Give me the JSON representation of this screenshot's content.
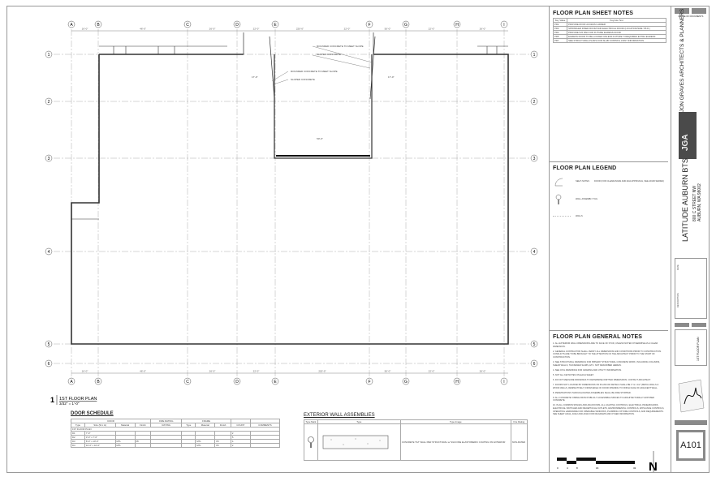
{
  "plan": {
    "columns": [
      "A",
      "B",
      "C",
      "D",
      "E",
      "F",
      "G",
      "H",
      "I"
    ],
    "rows": [
      "1",
      "2",
      "3",
      "4",
      "5",
      "6"
    ],
    "top_dimensions": [
      "16'-0\"",
      "46'-0\"",
      "26'-0\"",
      "22'-0\"",
      "220'-0\"",
      "22'-0\"",
      "50'-0\"",
      "22'-0\"",
      "26'-0\""
    ],
    "bottom_dimensions": [
      "16'-0\"",
      "46'-0\"",
      "26'-0\"",
      "22'-0\"",
      "220'-0\"",
      "50'-0\"",
      "22'-0\"",
      "26'-0\""
    ],
    "annotations": {
      "rounded_1": "ROUNDED CONCRETE TO MEET SLOPE",
      "sloped_1": "SLOPED CONCRETE",
      "rounded_2": "ROUNDED CONCRETE TO MEET SLOPE",
      "sloped_2": "SLOPED CONCRETE",
      "dock_width": "50'-0\"",
      "dim_left": "17'-0\"",
      "dim_right": "17'-0\""
    },
    "view_title": {
      "number": "1",
      "title": "1ST FLOOR PLAN",
      "scale": "3/32\" = 1'-0\""
    }
  },
  "door_schedule": {
    "title": "DOOR SCHEDULE",
    "group_headers": {
      "door": "DOOR",
      "fire": "FIRE RATING",
      "frame": "FRAME"
    },
    "columns": [
      "Type",
      "Size (W x H)",
      "Material",
      "Finish",
      "RATING",
      "Type",
      "Material",
      "Finish",
      "COUNT",
      "COMMENTS"
    ],
    "section": "1ST FLOOR PLAN",
    "rows": [
      [
        "D1",
        "7'-0\"",
        "",
        "",
        "",
        "",
        "",
        "",
        "2",
        ""
      ],
      [
        "D2",
        "3'-0\" x 7'-0\"",
        "",
        "",
        "",
        "",
        "",
        "",
        "5",
        ""
      ],
      [
        "D3",
        "8'-0\" x 10'-0\"",
        "MTL",
        "PF",
        "",
        "",
        "MTL",
        "PF",
        "4",
        ""
      ],
      [
        "D4",
        "10'-0\" x 10'-0\"",
        "MTL",
        "",
        "",
        "",
        "MTL",
        "PF",
        "2",
        ""
      ]
    ]
  },
  "wall_assemblies": {
    "title": "EXTERIOR WALL ASSEMBLIES",
    "columns": [
      "Type Mark",
      "Type",
      "Type Image",
      "Fire Rating"
    ],
    "row": {
      "description": "CONCRETE TILT WALL PER STRUCTURAL w/ SILICONE ELASTOMERIC COATING ON EXTERIOR",
      "rating": "NON-RATED"
    }
  },
  "sheet_notes": {
    "title": "FLOOR PLAN SHEET NOTES",
    "columns": [
      "Key Value",
      "Keynote Text"
    ],
    "rows": [
      [
        "PR2",
        "PROVIDE ROOF ACCESS LADDER"
      ],
      [
        "PR3",
        "SPRINKLER RISER ROOM AND ELECTRICAL ROOM (LOCATION/SIZE T.B.D.)"
      ],
      [
        "PR4",
        "PROVIDE 5x5 PAD FOR FUTURE EGRESS DOOR"
      ],
      [
        "PR5",
        "EGRESS DOOR TO BE LOCKED UNLESS FUTURE TI REQUIRES EXTRA EGRESS"
      ],
      [
        "PR7",
        "SEE STRUCTURAL PLANS FOR SLAB CONTROL JOINT INFORMATION"
      ]
    ]
  },
  "legend": {
    "title": "FLOOR PLAN LEGEND",
    "items": [
      {
        "tag": "SEE 5 NOTES",
        "text": "DOOR (FOR CLEARANCES AND ADA APPROACH, SEE A9100 SERIES)"
      },
      {
        "tag": "",
        "text": "WALL ASSEMBLY TAG"
      },
      {
        "tag": "",
        "text": "WALLS"
      }
    ]
  },
  "general_notes": {
    "title": "FLOOR PLAN GENERAL NOTES",
    "items": [
      "1. ALL EXTERIOR WALL DIMENSIONS ARE TO FACE OF STUD, UNLESS NOTED OTHERWISE AS A CLEAR DIMENSION.",
      "2. GENERAL CONTRACTOR SHALL VERIFY ALL DIMENSIONS AND CONDITIONS PRIOR TO CONSTRUCTION. CONFLICTS ARE TO BE BROUGHT TO THE ATTENTION OF THE ARCHITECT PRIOR TO THE START OF CONSTRUCTION.",
      "3. SEE STRUCTURAL DRAWINGS FOR PRIMARY STRUCTURAL CONCRETE WORK, INCLUDING COLUMNS, SHEAR WALLS, THICKENED SLABS, ETC. NOT DESCRIBED HEREIN.",
      "4. SEE CIVIL DRAWINGS FOR GRADING AND UTILITY INFORMATION.",
      "5. NOT ALL KEYNOTES ON EACH SHEET.",
      "6. DO NOT MEASURE DRAWINGS TO DETERMINE OMITTED DIMENSIONS. CONTACT ARCHITECT.",
      "7. DOORS NOT LOCATED BY DIMENSIONS ON PLANS OR DETAILS SHALL BE 4\" & 1 1/2\" (METAL WALLS & WOOD WALLS, RESPECTIVELY) FROM EDGE OF DOOR OPENING TO FINISH FACE OF ADJACENT WALL.",
      "8. PENETRATIONS THROUGH RATED ASSEMBLIES SHALL BE FIRE STOPPED.",
      "9. ALL CONCRETE VISIBLE FROM PUBLICLY ACCESSIBLE SPACES TO ARCHITECTURALLY EXPOSED CONCRETE.",
      "10. IN ALL COMMON SPACES AND ADA ROOMS, ALL LIGHTING CONTROLS, ELECTRICAL PANELBOARDS, ELECTRICAL SWITCHES AND RECEPTACLE OUTLETS, ENVIRONMENTAL CONTROLS, APPLIANCE CONTROLS, OPERATING HARDWARE FOR OPERABLE WINDOWS, PLUMBING FIXTURE CONTROLS, AND REQUIREMENTS. SEE SHEET A0111, A0112 AND A0113 FOR DIAGRAMS AND OTHER INFORMATION."
    ],
    "scale_ticks": [
      "0",
      "4",
      "8",
      "16",
      "32"
    ],
    "north": "N"
  },
  "title_block": {
    "reuse": "REUSE OF DOCUMENTS",
    "firm": "JON GRAVES ARCHITECTS & PLANNERS",
    "firm_logo": "JGA",
    "project": "LATITUDE AUBURN BTS",
    "address1": "800 C STREET NW",
    "address2": "AUBURN, WA 98002",
    "description_label": "DESCRIPTION",
    "date_label": "DATE",
    "sheet_name": "1ST FLOOR PLAN",
    "sheet_number": "A101",
    "colors": {
      "logo_bg": "#4a4a4a",
      "logo_accent": "#c8b98a"
    }
  }
}
